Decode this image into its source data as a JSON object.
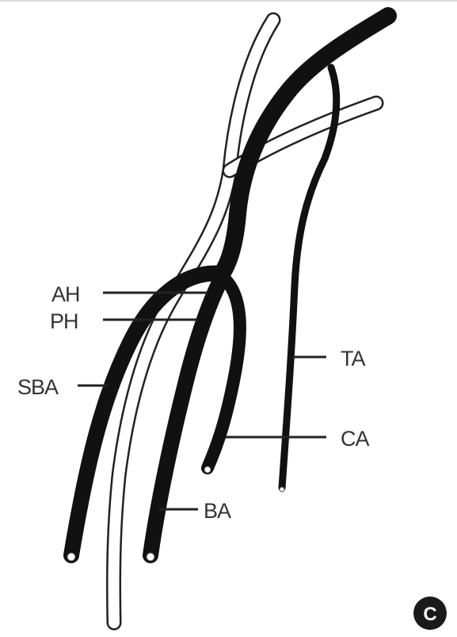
{
  "labels": {
    "ah": "AH",
    "ph": "PH",
    "sba": "SBA",
    "ta": "TA",
    "ca": "CA",
    "ba": "BA"
  },
  "panel_letter": "C",
  "colors": {
    "vessel": "#111111",
    "vein_outline": "#222222",
    "label_text": "#333333"
  }
}
